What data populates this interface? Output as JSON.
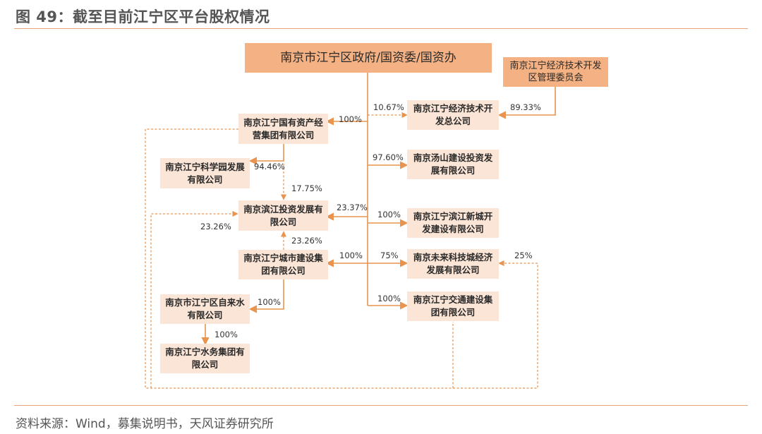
{
  "header": {
    "title": "图 49：截至目前江宁区平台股权情况"
  },
  "entities": {
    "gov": "南京市江宁区政府/国资委/国资办",
    "devzone_committee": "南京江宁经济技术开发区管理委员会",
    "state_assets_group": "南京江宁国有资产经营集团有限公司",
    "econ_dev_corp": "南京江宁经济技术开发总公司",
    "science_park": "南京江宁科学园发展有限公司",
    "tangshan": "南京汤山建设投资发展有限公司",
    "binjiang_invest": "南京滨江投资发展有限公司",
    "binjiang_newtown": "南京江宁滨江新城开发建设有限公司",
    "urban_construction": "南京江宁城市建设集团有限公司",
    "future_tech": "南京未来科技城经济发展有限公司",
    "water_supply": "南京市江宁区自来水有限公司",
    "transport": "南京江宁交通建设集团有限公司",
    "water_group": "南京江宁水务集团有限公司"
  },
  "percentages": {
    "gov_to_state_assets": "100%",
    "gov_to_econ_dev": "10.67%",
    "committee_to_econ_dev": "89.33%",
    "state_assets_to_science_park": "94.46%",
    "gov_to_tangshan": "97.60%",
    "state_assets_to_binjiang": "17.75%",
    "gov_to_binjiang": "23.37%",
    "econ_dev_to_binjiang": "23.26%",
    "gov_to_newtown": "100%",
    "urban_to_binjiang": "23.26%",
    "gov_to_urban": "100%",
    "gov_to_future_tech": "75%",
    "transport_to_future_tech": "25%",
    "urban_to_water_supply": "100%",
    "gov_to_transport": "100%",
    "water_supply_to_water_group": "100%"
  },
  "footer": {
    "source": "资料来源：Wind，募集说明书，天风证券研究所"
  },
  "colors": {
    "light_box": "#fbe5d6",
    "dark_box": "#f4b183",
    "connector": "#e8944f",
    "rule": "#e8a37a"
  }
}
